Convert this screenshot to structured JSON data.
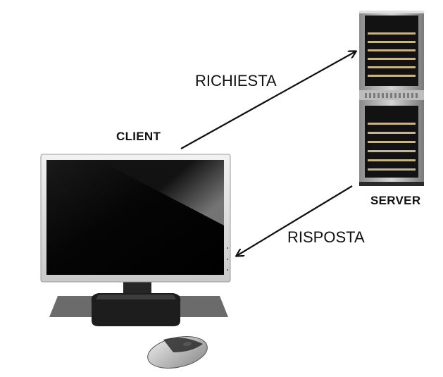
{
  "labels": {
    "client": "CLIENT",
    "server": "SERVER",
    "request": "RICHIESTA",
    "response": "RISPOSTA"
  },
  "icons": {
    "client": "desktop-monitor-icon",
    "mouse": "computer-mouse-icon",
    "server": "server-rack-icon"
  },
  "colors": {
    "arrow": "#111111",
    "background": "#ffffff"
  }
}
